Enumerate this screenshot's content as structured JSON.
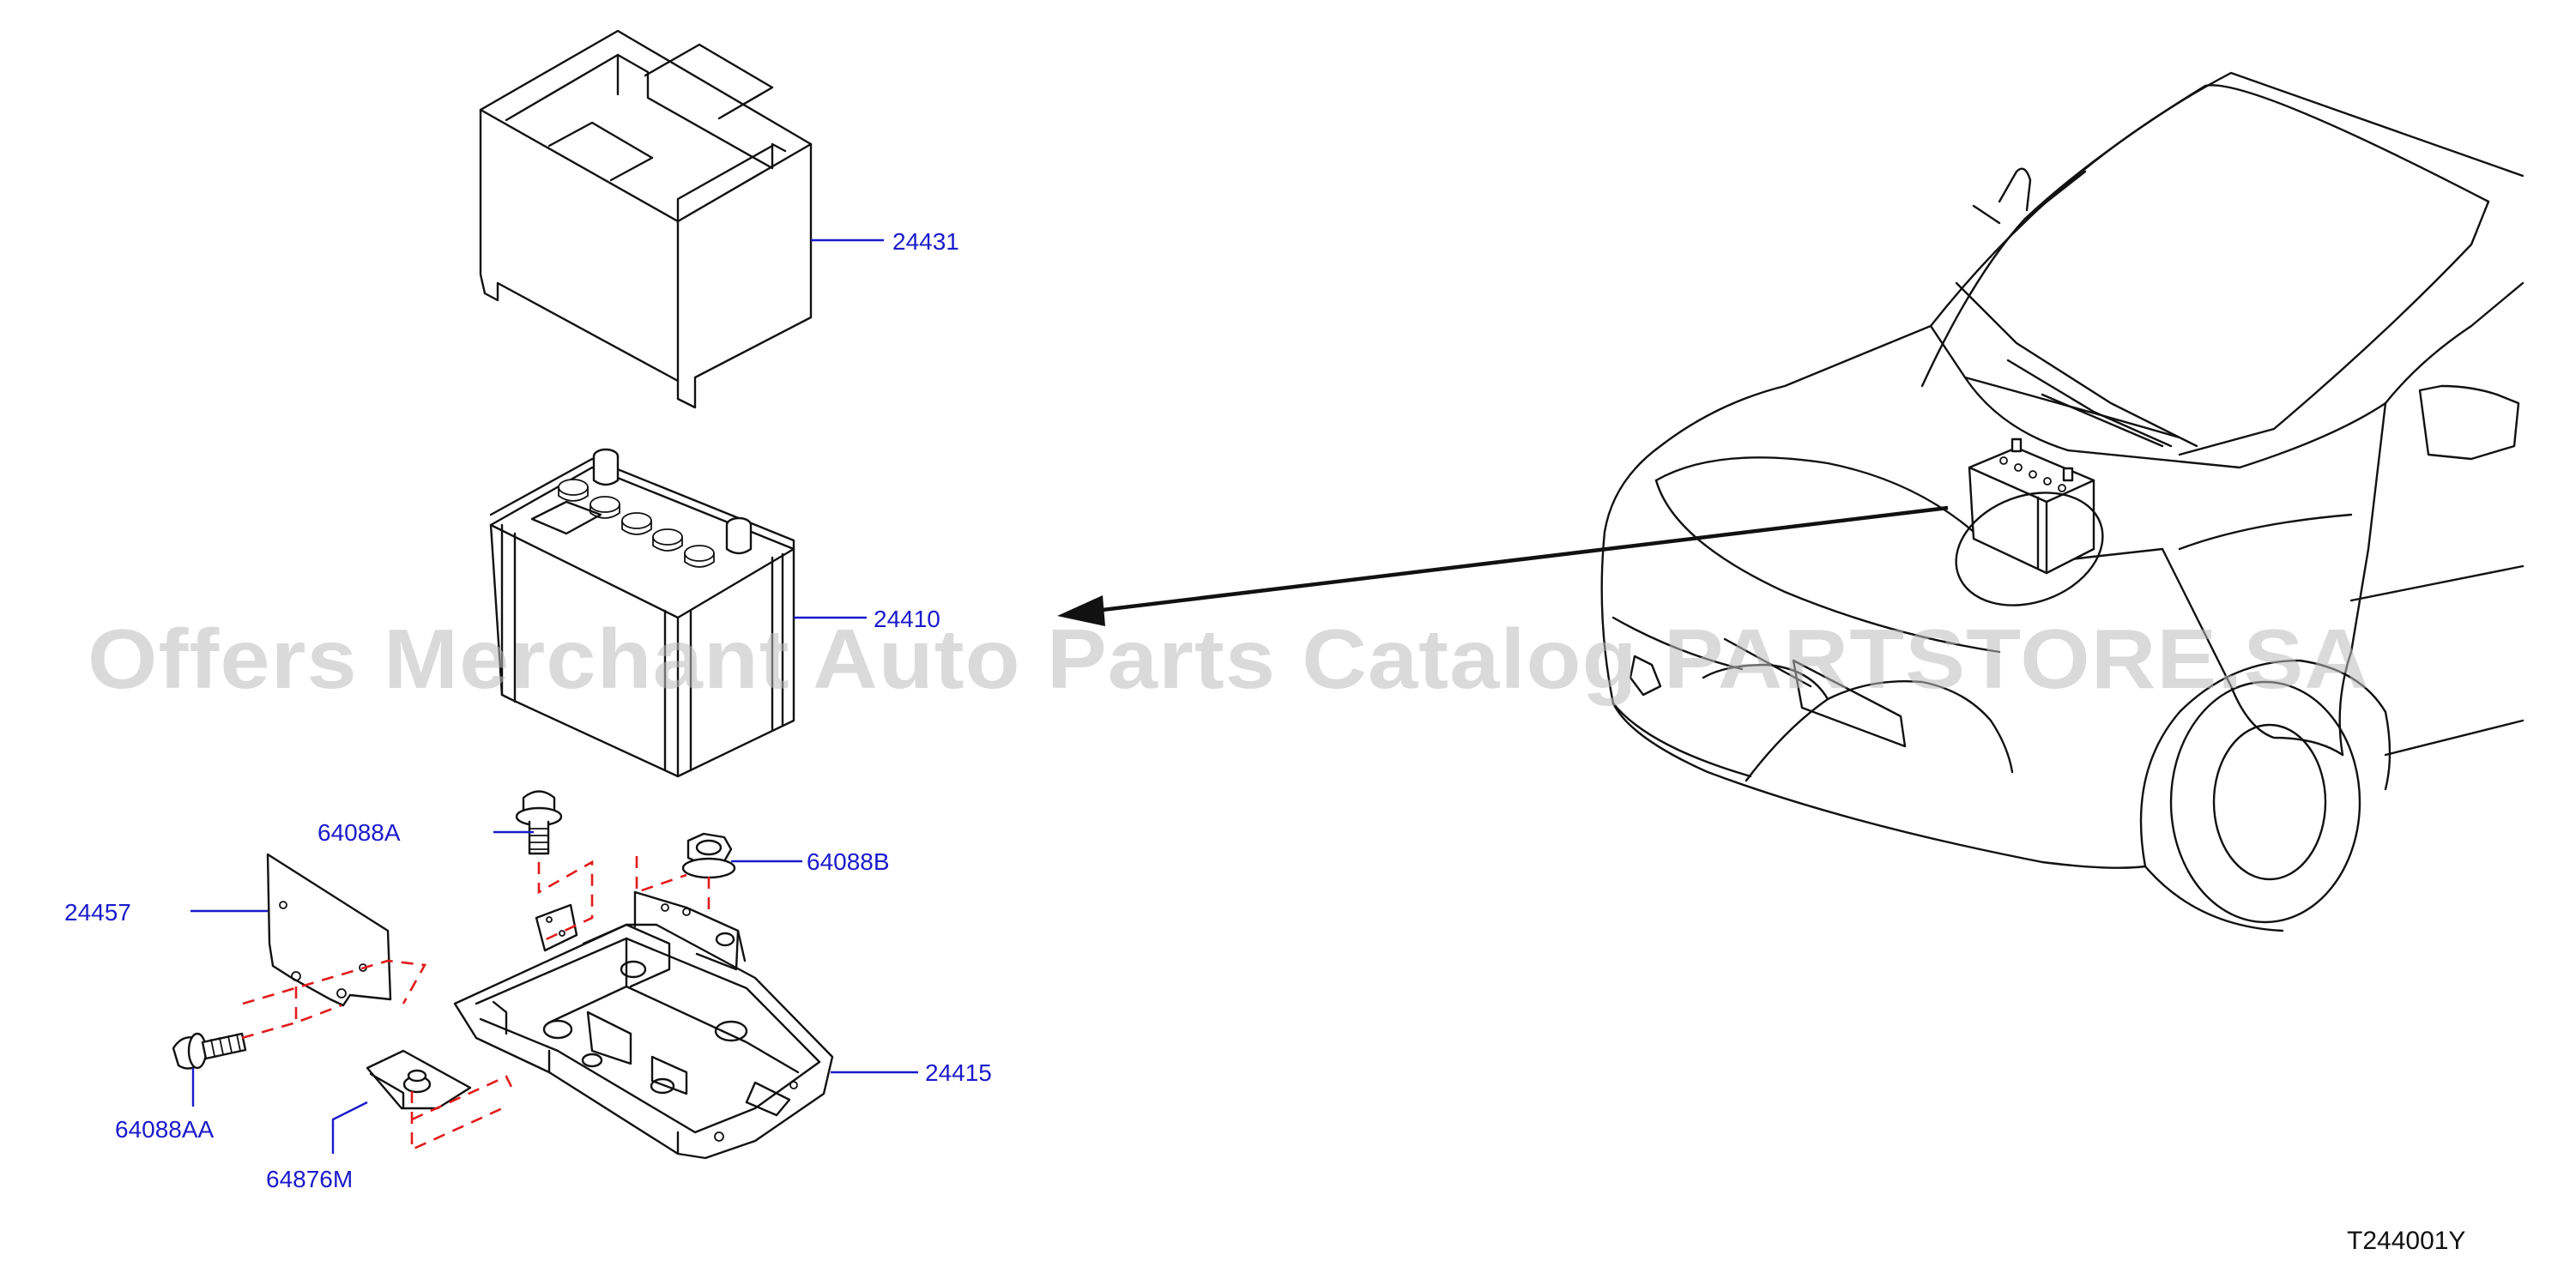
{
  "watermark": "Offers Merchant Auto Parts Catalog PARTSTORE.SA",
  "diagram_code": "T244001Y",
  "parts": {
    "p24431": "24431",
    "p24410": "24410",
    "p64088A": "64088A",
    "p64088B": "64088B",
    "p24457": "24457",
    "p64088AA": "64088AA",
    "p24415": "24415",
    "p64876M": "64876M"
  },
  "colors": {
    "callout": "#1a1acc",
    "dashed_guide": "#e21b1b",
    "line_art": "#111111",
    "watermark": "#bdbdbd"
  }
}
